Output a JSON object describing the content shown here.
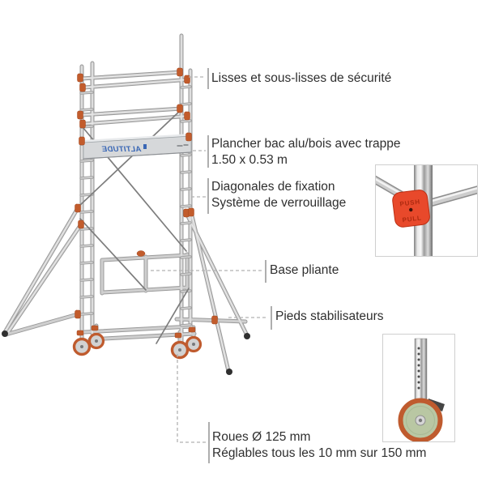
{
  "diagram": {
    "callouts": {
      "lisses": {
        "text": "Lisses et sous-lisses de sécurité"
      },
      "plancher": {
        "line1": "Plancher bac alu/bois avec trappe",
        "line2": "1.50 x 0.53 m"
      },
      "diagonales": {
        "line1": "Diagonales de fixation",
        "line2": "Système de verrouillage"
      },
      "base_pliante": {
        "text": "Base pliante"
      },
      "pieds_stabilisateurs": {
        "text": "Pieds stabilisateurs"
      },
      "roues": {
        "line1": "Roues Ø 125 mm",
        "line2": "Réglables tous les 10 mm sur 150 mm"
      }
    },
    "platform_logo": "ALTITUDE",
    "lock_inset": {
      "push_label": "PUSH",
      "pull_label": "PULL"
    },
    "colors": {
      "clamp_orange": "#c25c2c",
      "clip_red": "#e8492b",
      "logo_blue": "#3a67b5",
      "aluminum": "#c6c6c6",
      "label_text": "#2f2f2f",
      "leader_line": "#b2b2b2",
      "inset_border": "#cfcfcf",
      "wheel_tire_green": "#b9c7a3",
      "wheel_rim_orange": "#bf5b2e"
    }
  }
}
